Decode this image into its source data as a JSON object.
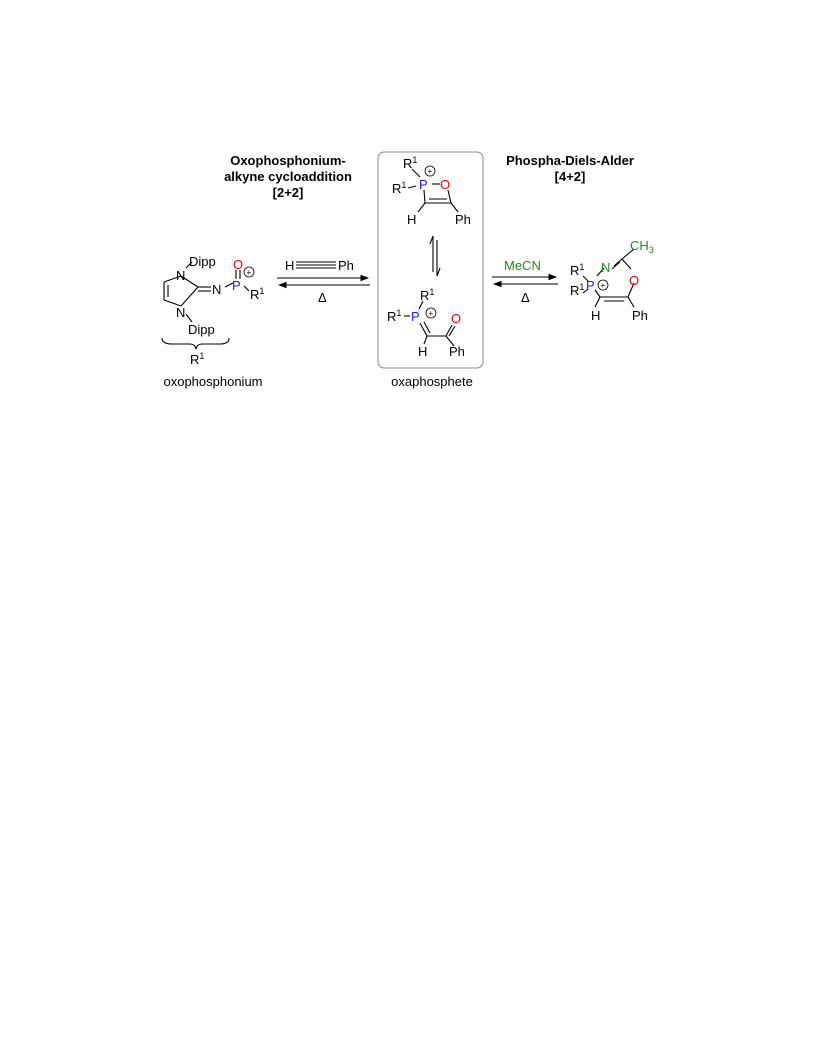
{
  "headings": {
    "left": [
      "Oxophosphonium-",
      "alkyne cycloaddition",
      "[2+2]"
    ],
    "right": [
      "Phospha-Diels-Alder",
      "[4+2]"
    ]
  },
  "captions": {
    "left": "oxophosphonium",
    "center": "oxaphosphete"
  },
  "reagents": {
    "step1_top_left": "H",
    "step1_top_right": "Ph",
    "step1_bottom": "Δ",
    "step2_top": "MeCN",
    "step2_bottom": "Δ"
  },
  "atoms": {
    "P": "P",
    "O": "O",
    "N": "N",
    "H": "H",
    "Ph": "Ph",
    "R": "R",
    "R_sup": "1",
    "plus": "+",
    "Dipp": "Dipp",
    "CH": "CH",
    "CH_sub": "3"
  },
  "colors": {
    "phosphorus": "#1a1aff",
    "oxygen": "#ff0000",
    "acetonitrile": "#1a8f1a"
  }
}
